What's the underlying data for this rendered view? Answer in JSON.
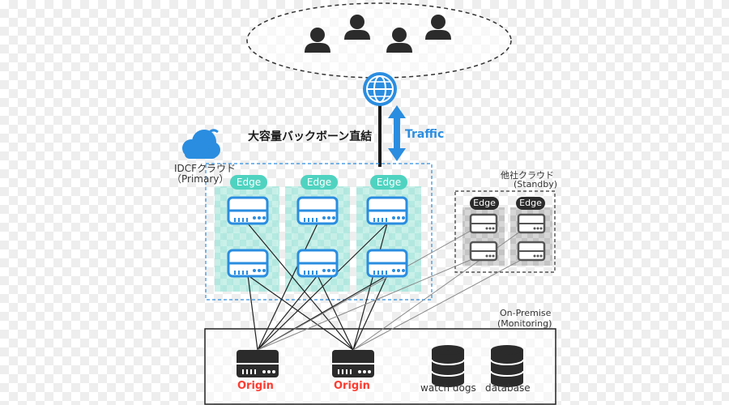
{
  "backbone_label": "大容量バックボーン直結",
  "traffic_label": "Traffic",
  "primary": {
    "name": "IDCFクラウド",
    "sub": "（Primary）",
    "edge_label": "Edge"
  },
  "standby": {
    "name": "他社クラウド",
    "sub": "(Standby)",
    "edge_label": "Edge"
  },
  "onprem": {
    "name": "On-Premise",
    "sub": "(Monitoring)",
    "origin_label": "Origin",
    "watchdogs_label": "watch dogs",
    "database_label": "database"
  },
  "colors": {
    "accent_blue": "#2a8de0",
    "teal": "#4fd3c0",
    "origin_red": "#ff3b30",
    "dark": "#2b2b2b",
    "grey_server": "#7a7a7a"
  }
}
